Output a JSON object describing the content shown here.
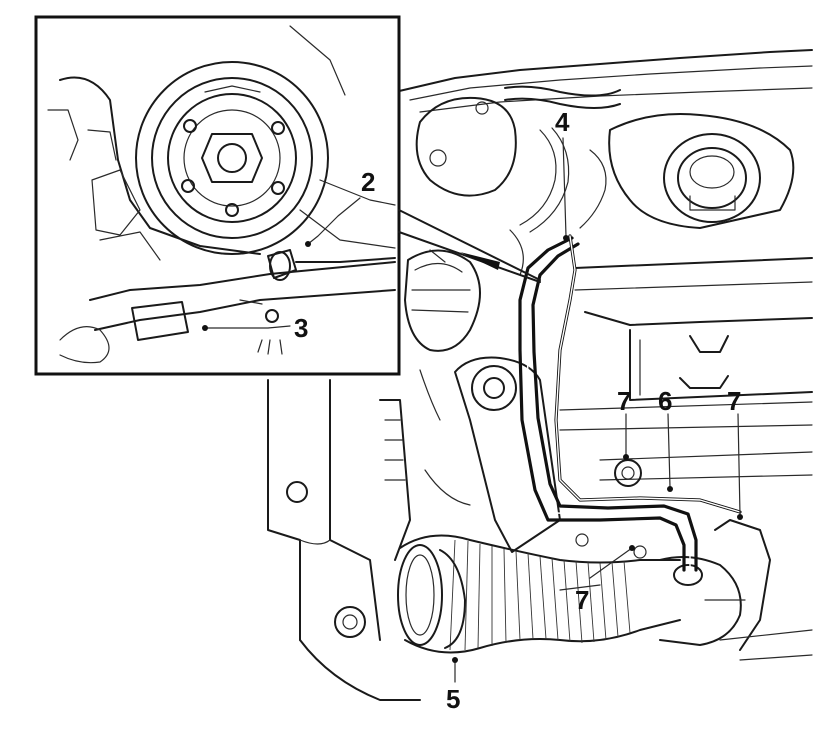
{
  "labels": {
    "l2": "2",
    "l3": "3",
    "l4": "4",
    "l5": "5",
    "l6": "6",
    "l7a": "7",
    "l7b": "7",
    "l7c": "7"
  },
  "colors": {
    "ink": "#111111",
    "paper": "#ffffff"
  }
}
